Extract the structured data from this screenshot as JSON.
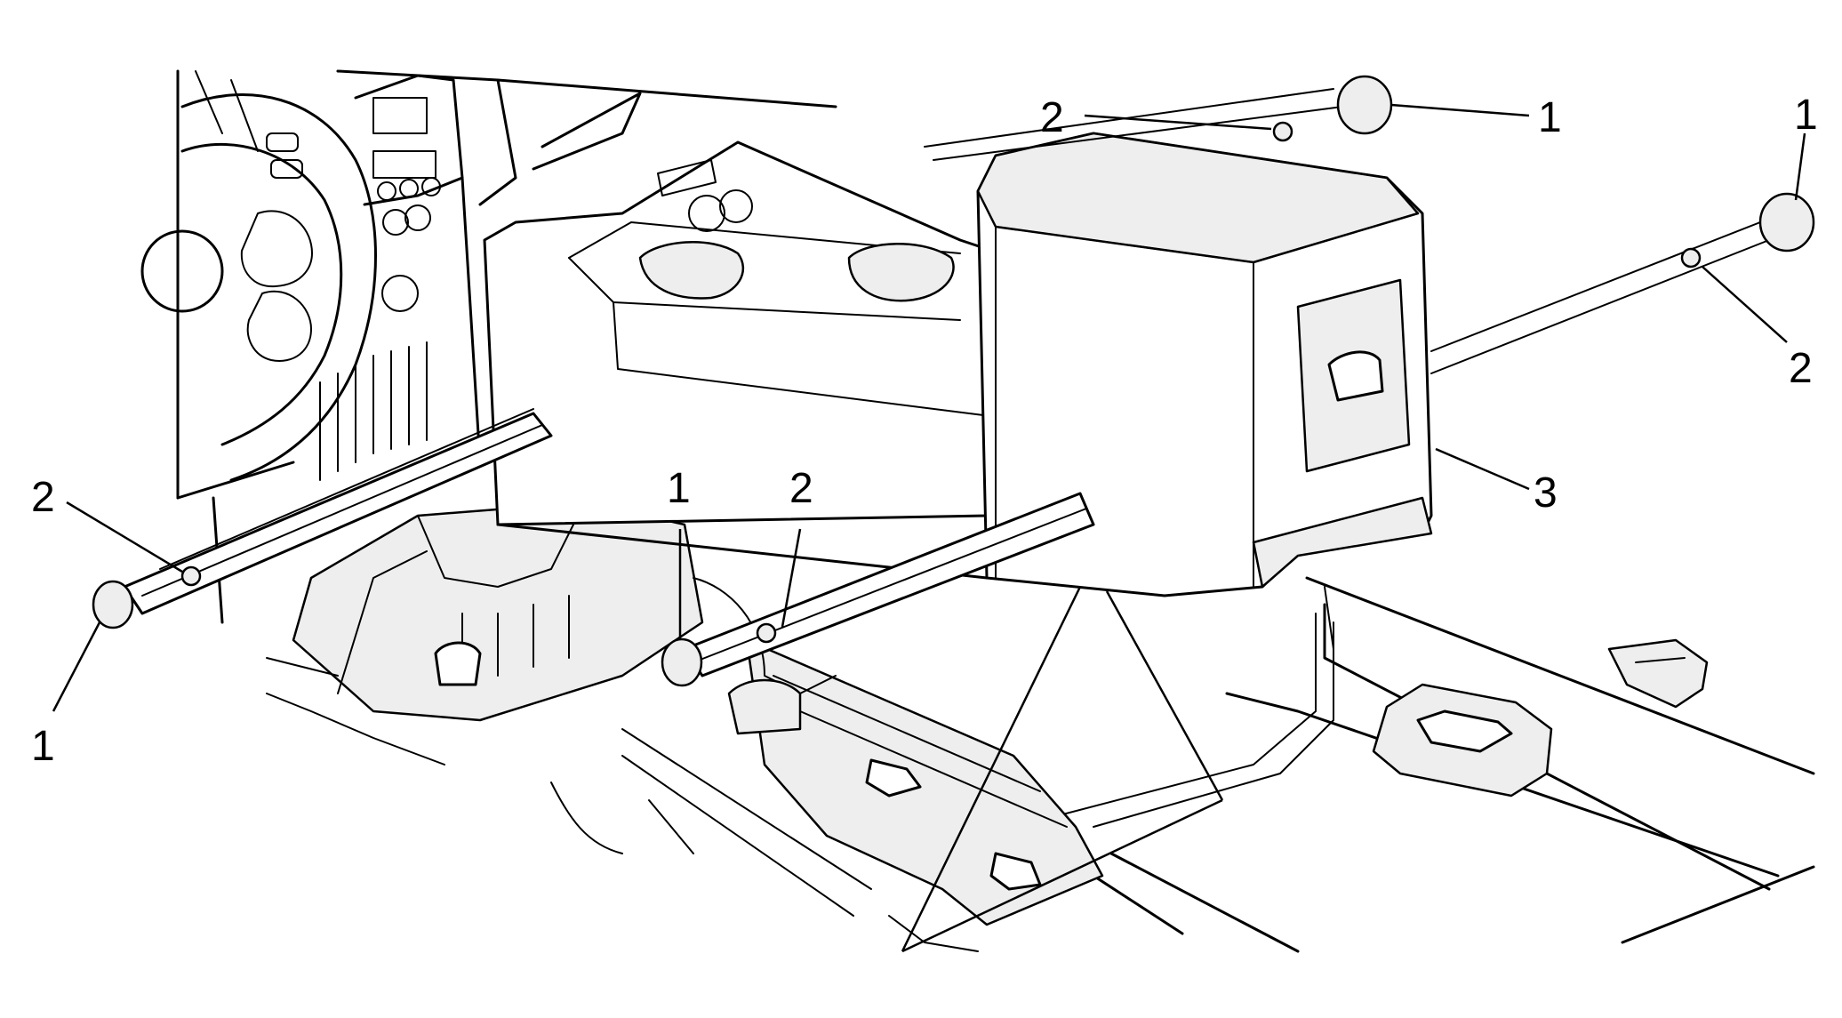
{
  "callouts": {
    "c1_left_bottom": "1",
    "c2_left_top": "2",
    "c1_center": "1",
    "c2_center": "2",
    "c2_top": "2",
    "c1_top_mid": "1",
    "c1_top_right": "1",
    "c2_right": "2",
    "c3_right": "3"
  },
  "colors": {
    "line": "#000000",
    "fill_light": "#eeeeee",
    "fill_shade": "#dedede",
    "background": "#ffffff"
  }
}
